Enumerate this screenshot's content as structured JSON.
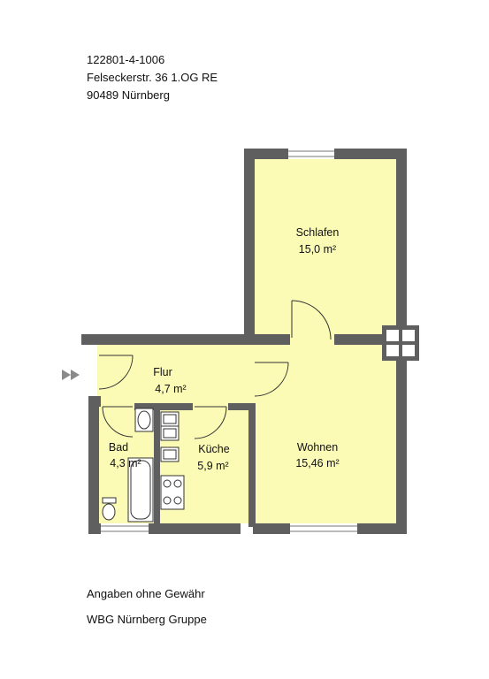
{
  "header": {
    "object_id": "122801-4-1006",
    "address": "Felseckerstr. 36 1.OG RE",
    "city": "90489 Nürnberg"
  },
  "rooms": {
    "schlafen": {
      "name": "Schlafen",
      "area": "15,0 m²"
    },
    "flur": {
      "name": "Flur",
      "area": "4,7 m²"
    },
    "bad": {
      "name": "Bad",
      "area": "4,3 m²"
    },
    "kueche": {
      "name": "Küche",
      "area": "5,9 m²"
    },
    "wohnen": {
      "name": "Wohnen",
      "area": "15,46 m²"
    }
  },
  "footer": {
    "disclaimer": "Angaben ohne Gewähr",
    "company": "WBG Nürnberg Gruppe"
  },
  "colors": {
    "floor": "#fbfbb6",
    "wall": "#5f5f5f",
    "line": "#333333"
  }
}
